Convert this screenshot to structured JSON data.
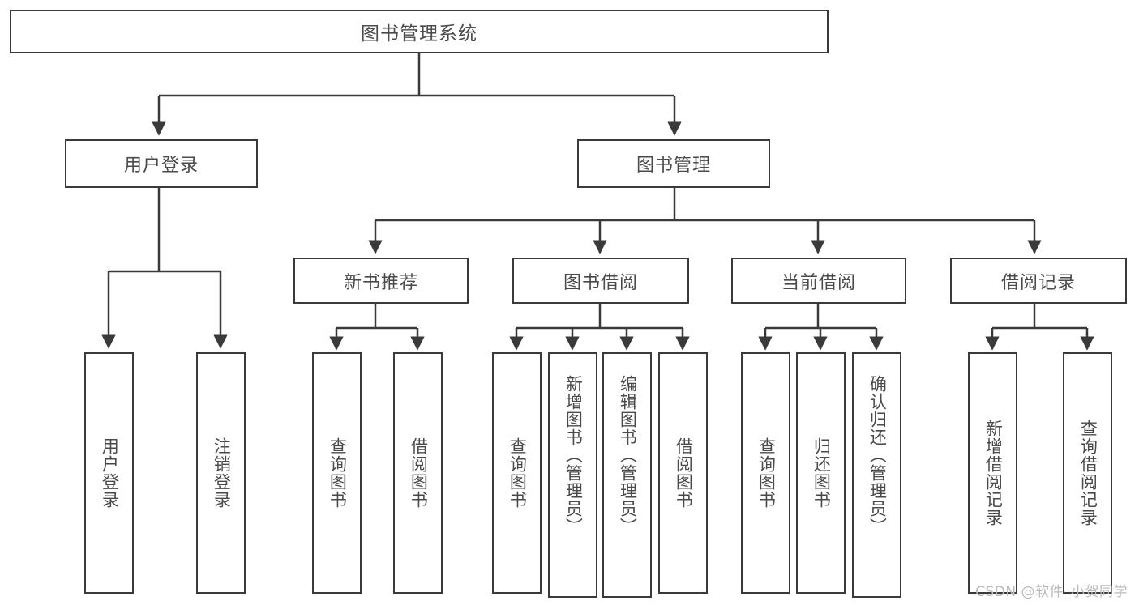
{
  "diagram": {
    "title": "图书管理系统",
    "type": "hierarchy-tree",
    "root": {
      "label": "图书管理系统"
    },
    "level1": [
      {
        "id": "user-login",
        "label": "用户登录"
      },
      {
        "id": "book-management",
        "label": "图书管理"
      }
    ],
    "level2": [
      {
        "id": "new-book-recommend",
        "label": "新书推荐",
        "parent": "book-management"
      },
      {
        "id": "book-borrow",
        "label": "图书借阅",
        "parent": "book-management"
      },
      {
        "id": "current-borrow",
        "label": "当前借阅",
        "parent": "book-management"
      },
      {
        "id": "borrow-record",
        "label": "借阅记录",
        "parent": "book-management"
      }
    ],
    "leaves": {
      "user-login": [
        {
          "id": "leaf-user-login",
          "label": "用户登录"
        },
        {
          "id": "leaf-user-logout",
          "label": "注销登录"
        }
      ],
      "new-book-recommend": [
        {
          "id": "leaf-query-book-1",
          "label": "查询图书"
        },
        {
          "id": "leaf-borrow-book-1",
          "label": "借阅图书"
        }
      ],
      "book-borrow": [
        {
          "id": "leaf-query-book-2",
          "label": "查询图书"
        },
        {
          "id": "leaf-add-book",
          "label": "新增图书（管理员）"
        },
        {
          "id": "leaf-edit-book",
          "label": "编辑图书（管理员）"
        },
        {
          "id": "leaf-borrow-book-2",
          "label": "借阅图书"
        }
      ],
      "current-borrow": [
        {
          "id": "leaf-query-book-3",
          "label": "查询图书"
        },
        {
          "id": "leaf-return-book",
          "label": "归还图书"
        },
        {
          "id": "leaf-confirm-return",
          "label": "确认归还（管理员）"
        }
      ],
      "borrow-record": [
        {
          "id": "leaf-add-record",
          "label": "新增借阅记录"
        },
        {
          "id": "leaf-query-record",
          "label": "查询借阅记录"
        }
      ]
    }
  },
  "watermark": {
    "text": "CSDN @软件_小贺同学"
  },
  "colors": {
    "stroke": "#3a3a3a",
    "text": "#4a4a4a",
    "background": "#ffffff",
    "watermark": "#b9b9b9"
  }
}
